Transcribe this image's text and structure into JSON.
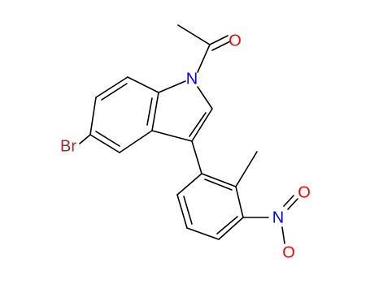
{
  "molecule": {
    "colors": {
      "bond": "#000000",
      "N": "#0000ff",
      "O": "#ff0000",
      "Br": "#a52a2a"
    },
    "labels": {
      "N1": "N",
      "O_acetyl": "O",
      "Br": "Br",
      "N_nitro": "N",
      "O_nitro_top": "O",
      "O_nitro_bottom": "O"
    }
  }
}
